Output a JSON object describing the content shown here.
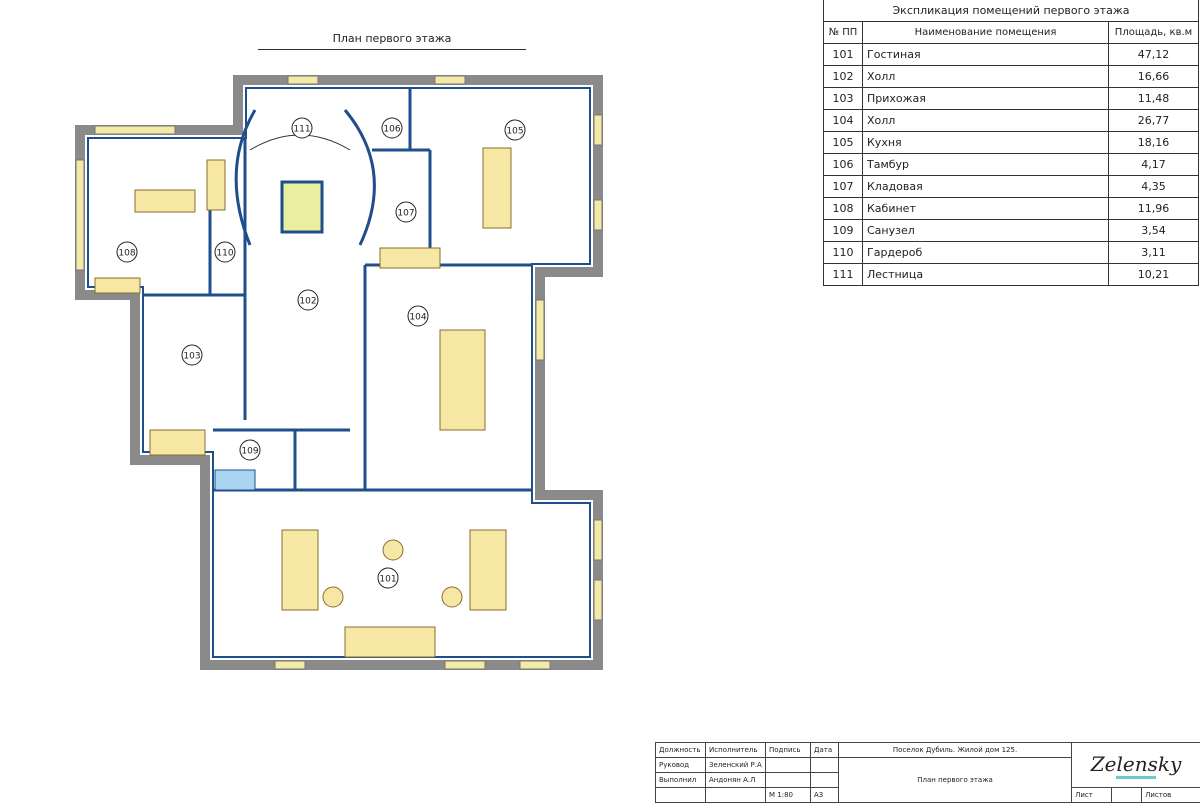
{
  "plan": {
    "title": "План первого этажа",
    "rooms": [
      {
        "num": "101"
      },
      {
        "num": "102"
      },
      {
        "num": "103"
      },
      {
        "num": "104"
      },
      {
        "num": "105"
      },
      {
        "num": "106"
      },
      {
        "num": "107"
      },
      {
        "num": "108"
      },
      {
        "num": "109"
      },
      {
        "num": "110"
      },
      {
        "num": "111"
      }
    ]
  },
  "explication": {
    "title": "Экспликация помещений первого этажа",
    "headers": [
      "№ ПП",
      "Наименование помещения",
      "Площадь, кв.м"
    ],
    "rows": [
      [
        "101",
        "Гостиная",
        "47,12"
      ],
      [
        "102",
        "Холл",
        "16,66"
      ],
      [
        "103",
        "Прихожая",
        "11,48"
      ],
      [
        "104",
        "Холл",
        "26,77"
      ],
      [
        "105",
        "Кухня",
        "18,16"
      ],
      [
        "106",
        "Тамбур",
        "4,17"
      ],
      [
        "107",
        "Кладовая",
        "4,35"
      ],
      [
        "108",
        "Кабинет",
        "11,96"
      ],
      [
        "109",
        "Санузел",
        "3,54"
      ],
      [
        "110",
        "Гардероб",
        "3,11"
      ],
      [
        "111",
        "Лестница",
        "10,21"
      ]
    ]
  },
  "title_block": {
    "h_position": "Должность",
    "h_executor": "Исполнитель",
    "h_sign": "Подпись",
    "h_date": "Дата",
    "role1": "Руковод",
    "name1": "Зеленский Р.А",
    "role2": "Выполнил",
    "name2": "Андонян А.Л",
    "scale": "М 1:80",
    "format": "А3",
    "project": "Поселок Дубиль. Жилой дом 125.",
    "sheet_title": "План первого этажа",
    "sheet": "Лист",
    "sheets": "Листов",
    "logo": "Zelensky"
  }
}
